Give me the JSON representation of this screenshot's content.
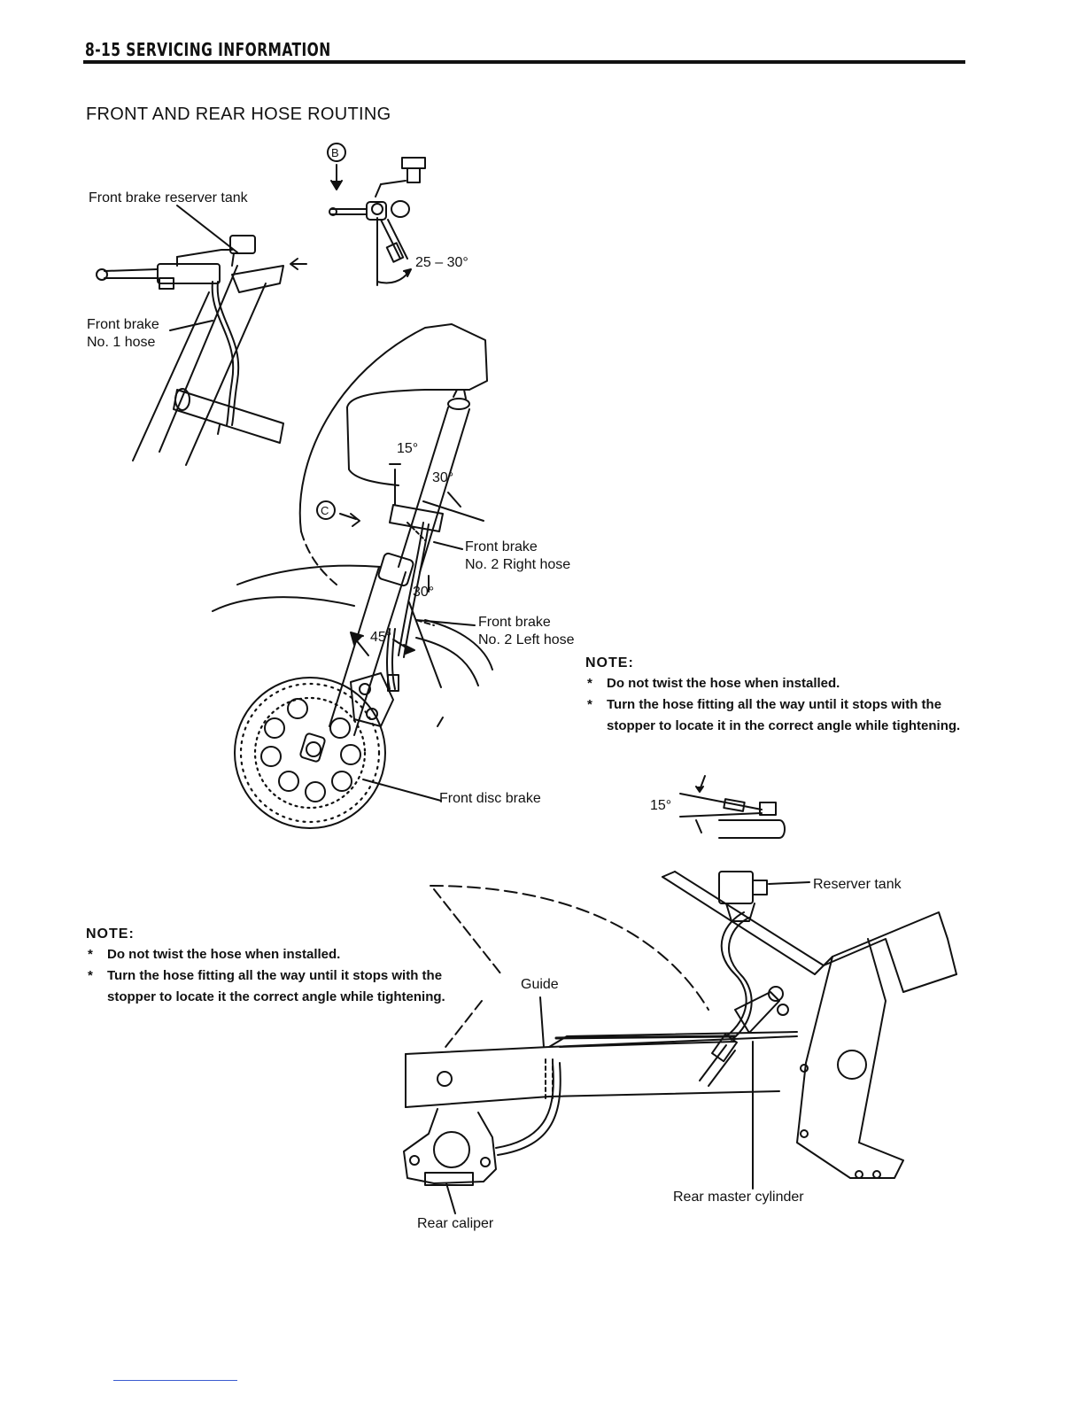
{
  "header": {
    "title": "8-15 SERVICING INFORMATION"
  },
  "section": {
    "title": "FRONT AND REAR HOSE ROUTING"
  },
  "front_diagram": {
    "labels": {
      "reservoir_tank": "Front brake reserver tank",
      "no1_hose_line1": "Front brake",
      "no1_hose_line2": "No. 1 hose",
      "view_b": "B",
      "view_c": "C",
      "angle_25_30": "25 – 30°",
      "angle_15": "15°",
      "angle_30_top": "30°",
      "angle_30_mid": "30°",
      "angle_45": "45°",
      "right_hose_line1": "Front brake",
      "right_hose_line2": "No. 2 Right hose",
      "left_hose_line1": "Front brake",
      "left_hose_line2": "No. 2 Left hose",
      "disc_brake": "Front disc brake",
      "fitting_angle": "15°"
    },
    "note": {
      "heading": "NOTE:",
      "items": [
        "Do not twist the hose when installed.",
        "Turn the hose fitting all the way until it stops with the stopper to locate it in the correct angle while tightening."
      ]
    }
  },
  "rear_diagram": {
    "labels": {
      "reservoir_tank": "Reserver tank",
      "guide": "Guide",
      "master_cylinder": "Rear master cylinder",
      "caliper": "Rear caliper"
    },
    "note": {
      "heading": "NOTE:",
      "items": [
        "Do not twist the hose when installed.",
        "Turn the hose fitting all the way until it stops with the stopper to locate it the correct angle while tightening."
      ]
    }
  }
}
